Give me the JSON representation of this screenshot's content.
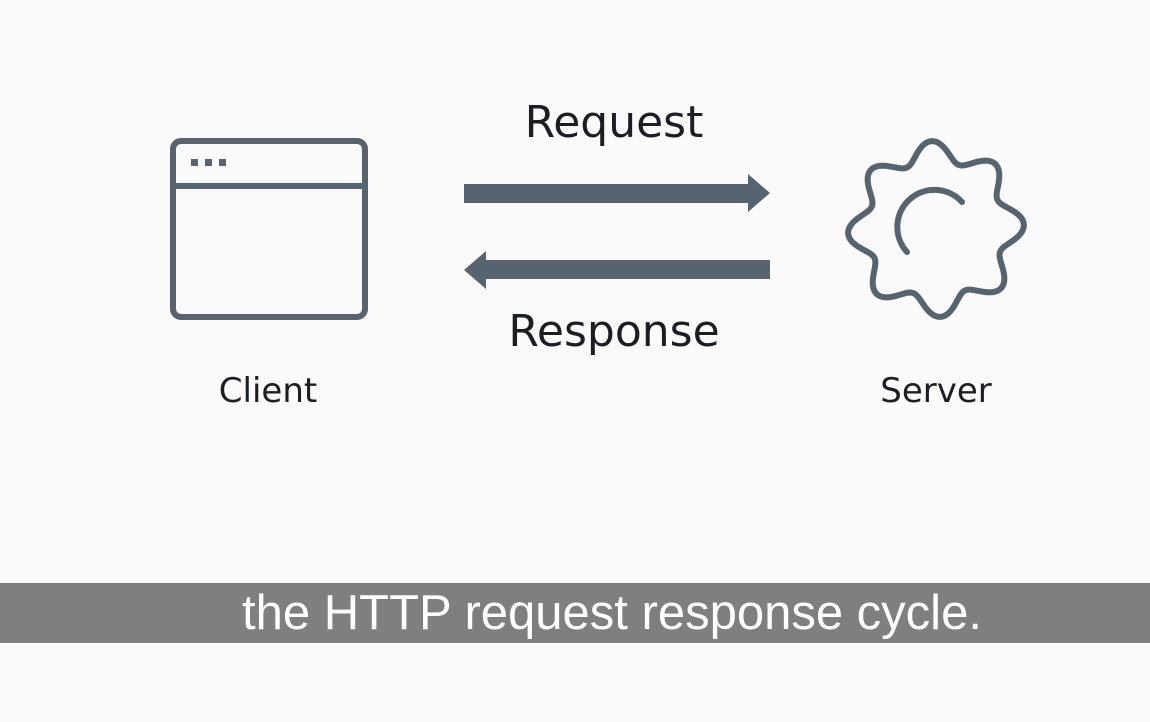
{
  "diagram": {
    "client_label": "Client",
    "server_label": "Server",
    "request_label": "Request",
    "response_label": "Response"
  },
  "caption": {
    "text": "the HTTP request response cycle."
  },
  "colors": {
    "icon_stroke": "#56646f",
    "arrow_fill": "#56646f",
    "text": "#1b1e23",
    "caption_bg": "#7f7f7f",
    "caption_text": "#ffffff",
    "background": "#fafafa"
  }
}
